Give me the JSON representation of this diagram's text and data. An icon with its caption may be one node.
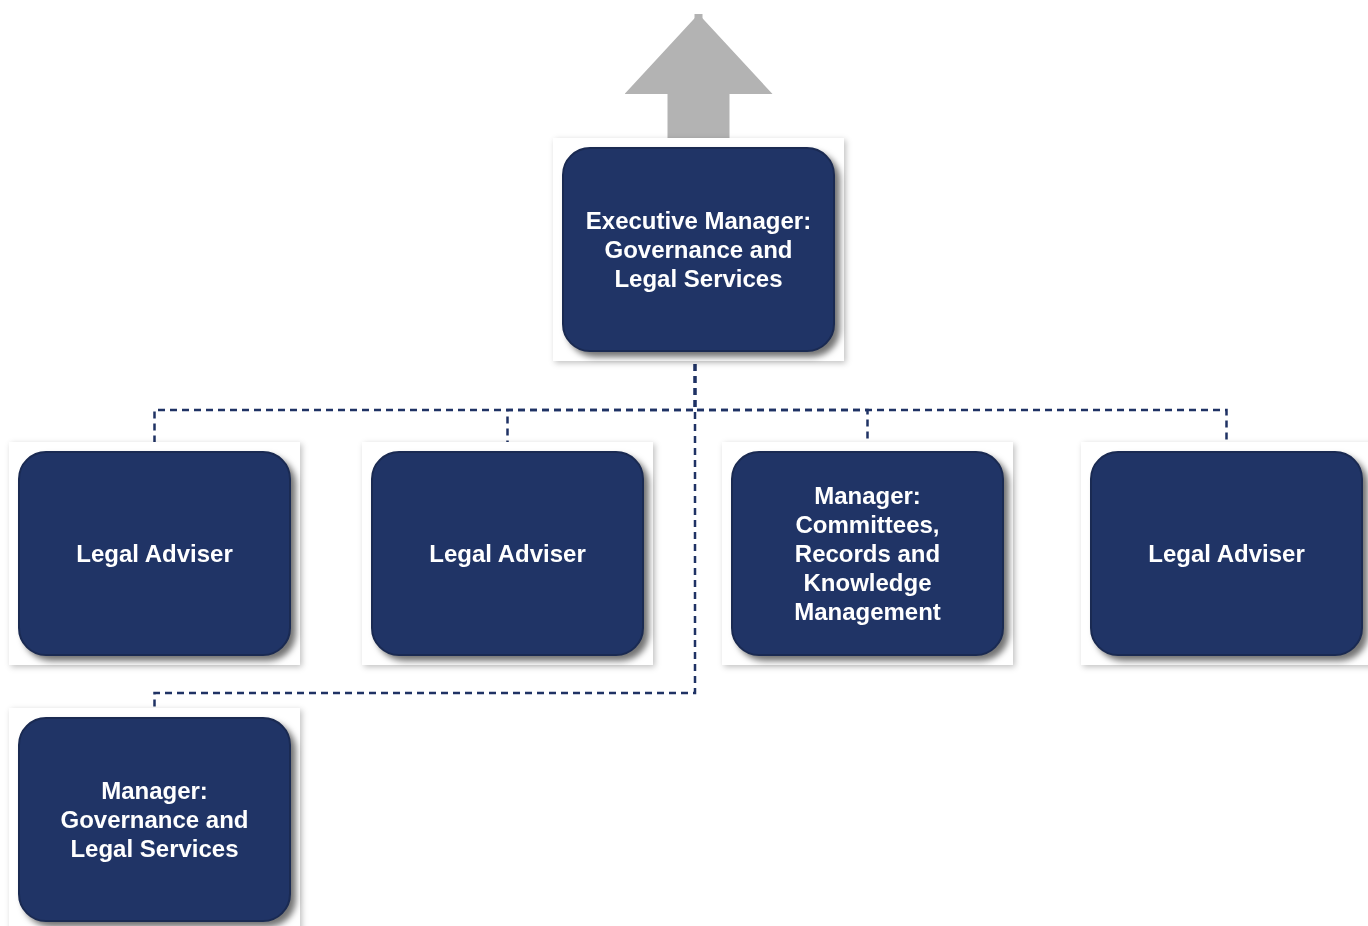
{
  "diagram": {
    "nodes": [
      {
        "text": [
          "Executive Manager: Governance and Legal Services"
        ]
      },
      {
        "text": [
          "Legal Adviser"
        ]
      },
      {
        "text": [
          "Legal Adviser"
        ]
      },
      {
        "text": [
          "Manager: Committees, Records and Knowledge Management"
        ]
      },
      {
        "text": [
          "Legal Adviser"
        ]
      },
      {
        "text": [
          "Manager: Governance and Legal Services"
        ]
      }
    ],
    "edges": [
      {
        "from": 0,
        "to": null,
        "arrow": "to",
        "style": "thick",
        "color": "#b3b3b3"
      },
      {
        "from": 0,
        "to": 1,
        "arrow": "none",
        "style": "dashed"
      },
      {
        "from": 0,
        "to": 2,
        "arrow": "none",
        "style": "dashed"
      },
      {
        "from": 0,
        "to": 3,
        "arrow": "none",
        "style": "dashed"
      },
      {
        "from": 0,
        "to": 4,
        "arrow": "none",
        "style": "dashed"
      },
      {
        "from": 0,
        "to": 5,
        "arrow": "none",
        "style": "dashed"
      }
    ]
  }
}
